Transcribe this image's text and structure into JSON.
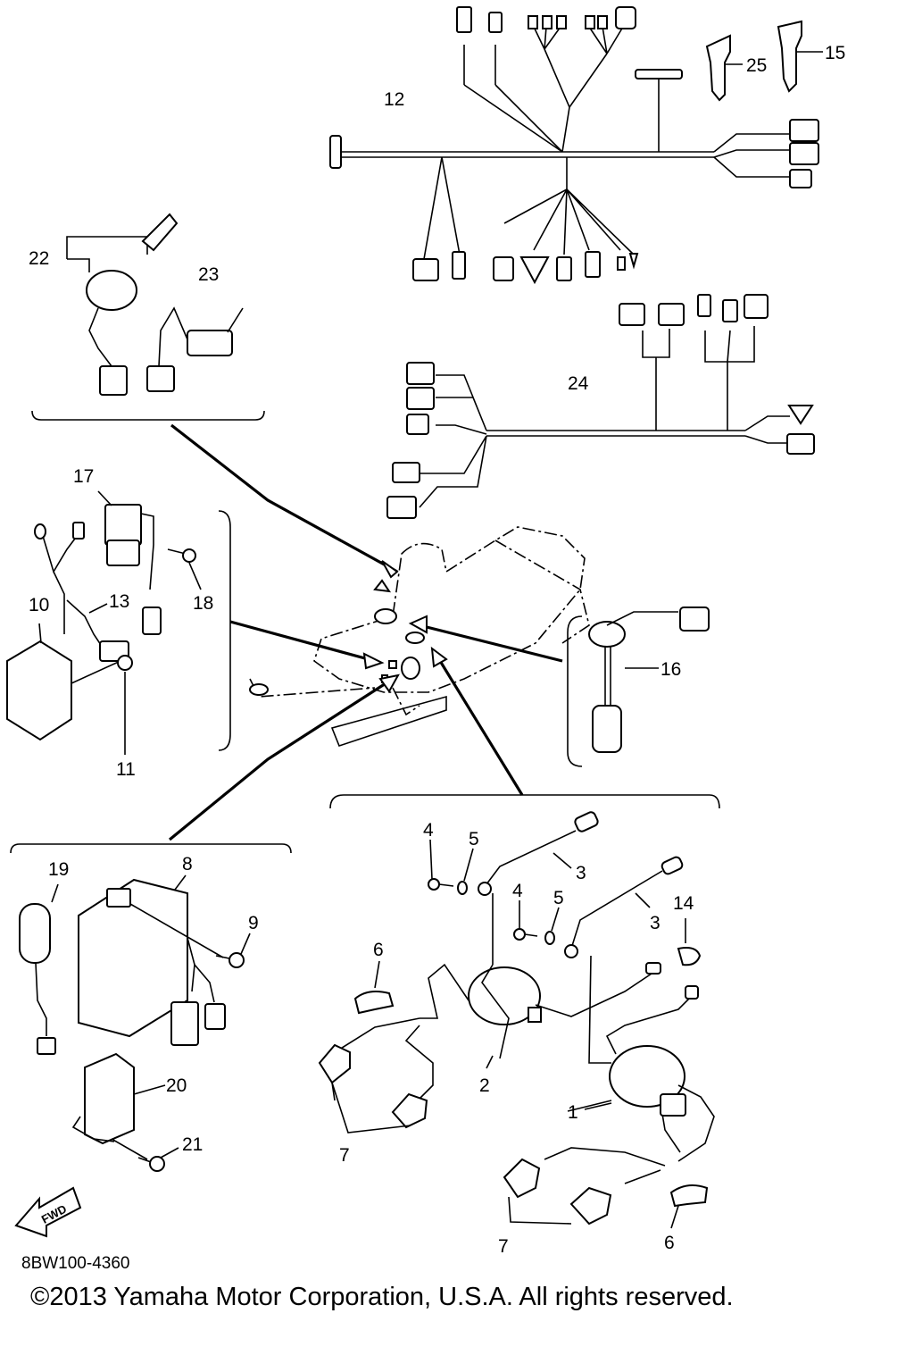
{
  "diagram": {
    "code": "8BW100-4360",
    "copyright": "©2013 Yamaha Motor Corporation, U.S.A. All rights reserved.",
    "fwd_label": "FWD",
    "callouts": [
      "1",
      "2",
      "3",
      "3",
      "4",
      "4",
      "5",
      "5",
      "6",
      "6",
      "7",
      "7",
      "8",
      "9",
      "10",
      "11",
      "12",
      "13",
      "14",
      "15",
      "16",
      "17",
      "18",
      "19",
      "20",
      "21",
      "22",
      "23",
      "24",
      "25"
    ]
  }
}
